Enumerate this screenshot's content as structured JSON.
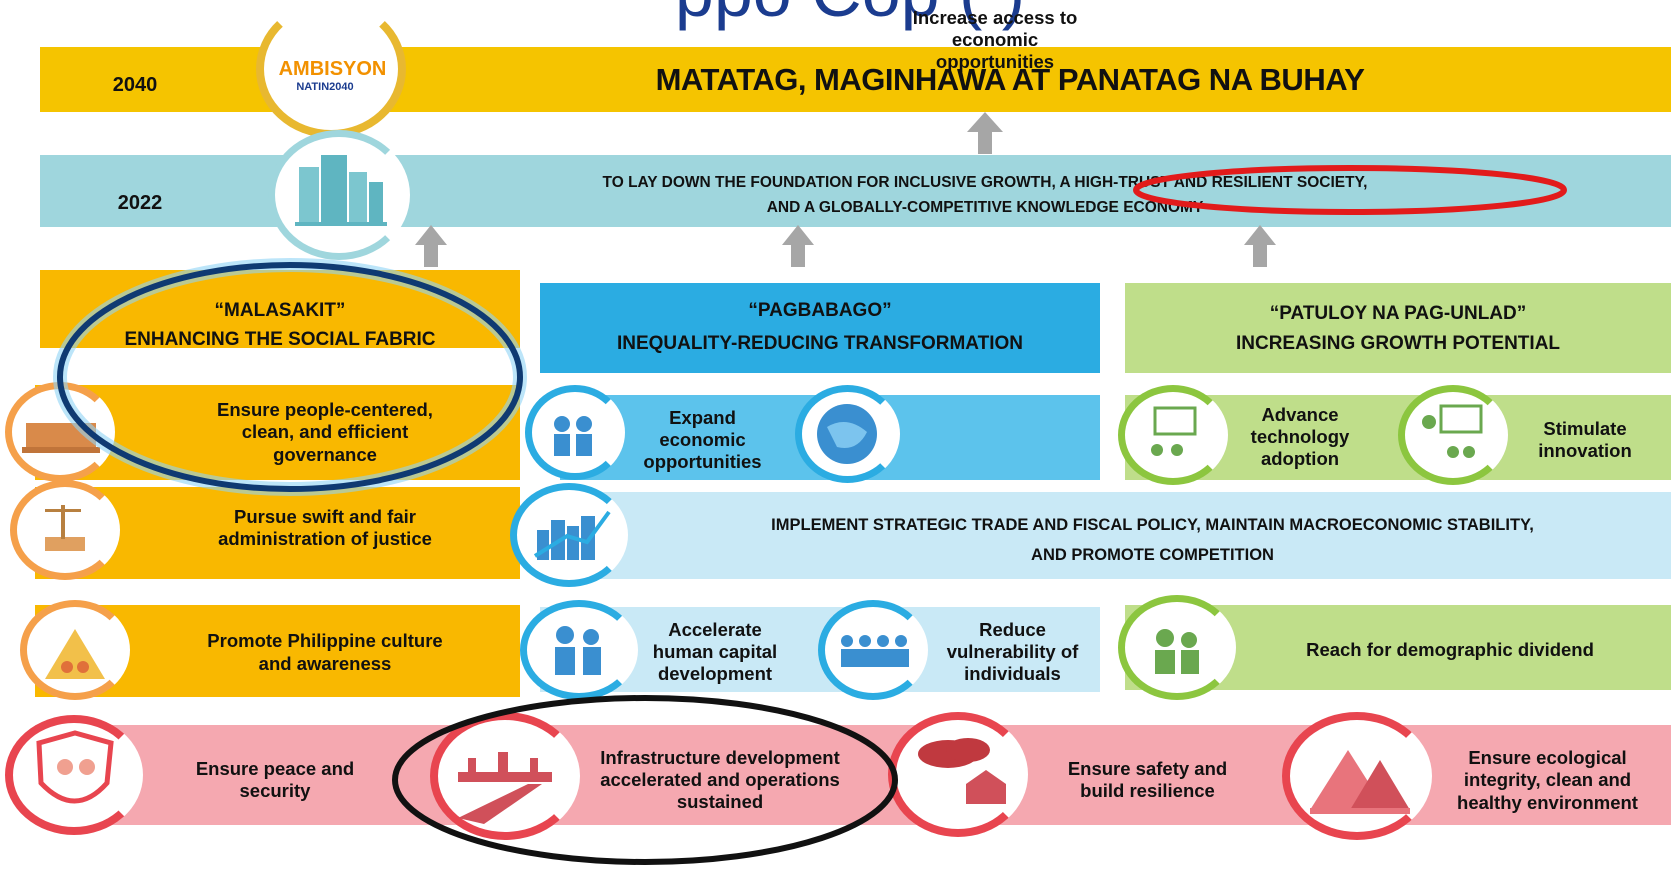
{
  "title_fragment": "ppo    Cop            (  )",
  "logo": {
    "line1": "AMBISYON",
    "line2": "NATIN2040"
  },
  "row_2040": {
    "year": "2040",
    "vision": "MATATAG, MAGINHAWA AT PANATAG NA BUHAY"
  },
  "row_2022": {
    "year": "2022",
    "line1": "TO LAY DOWN THE FOUNDATION FOR INCLUSIVE GROWTH, A HIGH-TRUST AND RESILIENT SOCIETY,",
    "line2": "AND A GLOBALLY-COMPETITIVE KNOWLEDGE ECONOMY"
  },
  "pillars": [
    {
      "quote": "“MALASAKIT”",
      "subtitle": "ENHANCING THE SOCIAL FABRIC"
    },
    {
      "quote": "“PAGBABAGO”",
      "subtitle": "INEQUALITY-REDUCING TRANSFORMATION"
    },
    {
      "quote": "“PATULOY NA PAG-UNLAD”",
      "subtitle": "INCREASING GROWTH POTENTIAL"
    }
  ],
  "malasakit_items": [
    "Ensure people-centered, clean, and efficient governance",
    "Pursue swift and fair administration of justice",
    "Promote Philippine culture and awareness"
  ],
  "pagbabago_items": [
    "Expand economic opportunities",
    "Increase access to economic opportunities",
    "Accelerate human capital development",
    "Reduce vulnerability of individuals"
  ],
  "unlad_items": [
    "Advance technology adoption",
    "Stimulate innovation",
    "Reach for demographic dividend"
  ],
  "macro_banner": {
    "line1": "IMPLEMENT STRATEGIC TRADE AND FISCAL POLICY, MAINTAIN MACROECONOMIC STABILITY,",
    "line2": "AND PROMOTE COMPETITION"
  },
  "foundation_items": [
    "Ensure peace and security",
    "Infrastructure development accelerated and operations sustained",
    "Ensure safety and build resilience",
    "Ensure ecological integrity, clean and healthy environment"
  ],
  "colors": {
    "gold": "#f5c400",
    "amber": "#f9b800",
    "teal": "#9fd6dd",
    "blue": "#2bace2",
    "lightblue": "#c9e9f6",
    "green": "#bfde8a",
    "pink": "#f5a8b0",
    "red_oval": "#e21b1b",
    "navy_oval": "#0f3a72",
    "black_oval": "#111111"
  }
}
